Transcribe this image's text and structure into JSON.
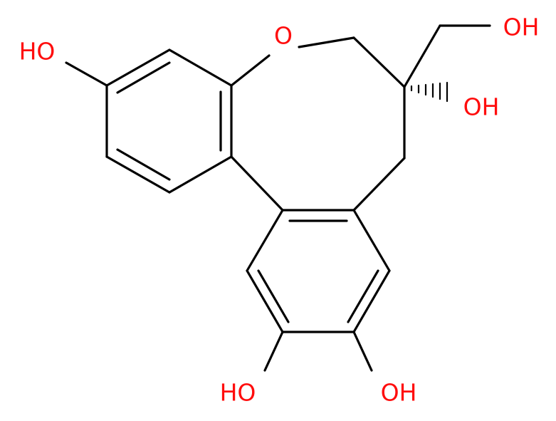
{
  "molecule": {
    "label_color": "#ff0d0d",
    "bond_color": "#000000",
    "labels": {
      "oh_left": "HO",
      "ring_oxygen": "O",
      "oh_top_right": "OH",
      "oh_stereo": "OH",
      "oh_bottom_left": "HO",
      "oh_bottom_right": "OH"
    }
  }
}
